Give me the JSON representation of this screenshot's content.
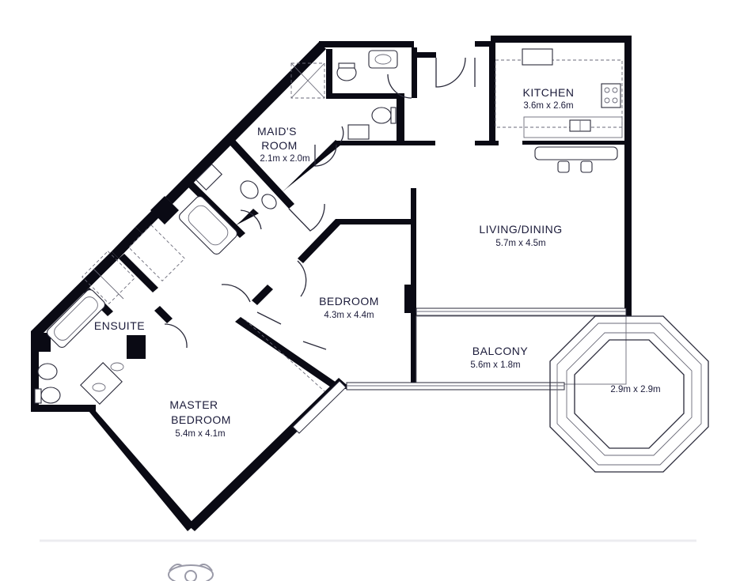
{
  "rooms": {
    "maids_room": {
      "name": "MAID'S",
      "name2": "ROOM",
      "dims": "2.1m x 2.0m"
    },
    "kitchen": {
      "name": "KITCHEN",
      "dims": "3.6m x 2.6m"
    },
    "living_dining": {
      "name": "LIVING/DINING",
      "dims": "5.7m x 4.5m"
    },
    "bedroom": {
      "name": "BEDROOM",
      "dims": "4.3m x 4.4m"
    },
    "ensuite": {
      "name": "ENSUITE"
    },
    "balcony": {
      "name": "BALCONY",
      "dims": "5.6m x 1.8m"
    },
    "master_bedroom": {
      "name": "MASTER",
      "name2": "BEDROOM",
      "dims": "5.4m x 4.1m"
    },
    "gazebo": {
      "dims": "2.9m x 2.9m"
    }
  },
  "colors": {
    "wall": "#0a0a14",
    "text": "#1b1b3a",
    "background": "#ffffff"
  },
  "icons": [
    "compass-logo-icon"
  ]
}
